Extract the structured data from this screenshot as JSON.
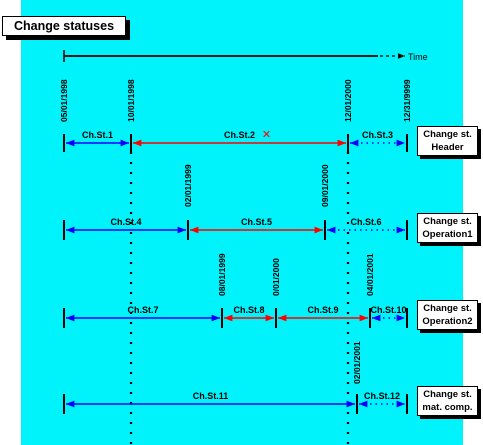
{
  "title": "Change statuses",
  "time_label": "Time",
  "cross_glyph": "✕",
  "colors": {
    "background": "#00f3fb",
    "blue": "#0000ff",
    "red": "#ff0000",
    "black": "#000000"
  },
  "dates": [
    "05/01/1998",
    "10/01/1998",
    "02/01/1999",
    "09/01/2000",
    "12/01/2000",
    "12/31/9999",
    "08/01/1999",
    "0/01/2000",
    "04/01/2001",
    "02/01/2001"
  ],
  "rows": [
    {
      "box": [
        "Change st.",
        "Header"
      ],
      "ticks": [
        {
          "date": "05/01/1998",
          "x": 0
        },
        {
          "date": "10/01/1998",
          "x": 1
        },
        {
          "date": "12/01/2000",
          "x": 4
        },
        {
          "date": "12/31/9999",
          "x": 5
        }
      ],
      "segments": [
        {
          "label": "Ch.St.1",
          "from": 0,
          "to": 1,
          "color": "blue",
          "dotted": false
        },
        {
          "label": "Ch.St.2",
          "from": 1,
          "to": 4,
          "color": "red",
          "dotted": false,
          "cross": true
        },
        {
          "label": "Ch.St.3",
          "from": 4,
          "to": 5,
          "color": "blue",
          "dotted": true
        }
      ]
    },
    {
      "box": [
        "Change st.",
        "Operation1"
      ],
      "ticks": [
        {
          "date": "",
          "x": 0
        },
        {
          "date": "02/01/1999",
          "x": 2
        },
        {
          "date": "09/01/2000",
          "x": 3
        },
        {
          "date": "",
          "x": 5
        }
      ],
      "segments": [
        {
          "label": "Ch.St.4",
          "from": 0,
          "to": 2,
          "color": "blue",
          "dotted": false
        },
        {
          "label": "Ch.St.5",
          "from": 2,
          "to": 3,
          "color": "red",
          "dotted": false
        },
        {
          "label": "Ch.St.6",
          "from": 3,
          "to": 5,
          "color": "blue",
          "dotted": true
        }
      ]
    },
    {
      "box": [
        "Change st.",
        "Operation2"
      ],
      "ticks": [
        {
          "date": "",
          "x": 0
        },
        {
          "date": "08/01/1999",
          "x": 6
        },
        {
          "date": "0/01/2000",
          "x": 7
        },
        {
          "date": "04/01/2001",
          "x": 8
        },
        {
          "date": "",
          "x": 5
        }
      ],
      "segments": [
        {
          "label": "Ch.St.7",
          "from": 0,
          "to": 6,
          "color": "blue",
          "dotted": false
        },
        {
          "label": "Ch.St.8",
          "from": 6,
          "to": 7,
          "color": "red",
          "dotted": false
        },
        {
          "label": "Ch.St.9",
          "from": 7,
          "to": 8,
          "color": "red",
          "dotted": false
        },
        {
          "label": "Ch.St.10",
          "from": 8,
          "to": 5,
          "color": "blue",
          "dotted": true
        }
      ]
    },
    {
      "box": [
        "Change st.",
        "mat. comp."
      ],
      "ticks": [
        {
          "date": "",
          "x": 0
        },
        {
          "date": "02/01/2001",
          "x": 9
        },
        {
          "date": "",
          "x": 5
        }
      ],
      "segments": [
        {
          "label": "Ch.St.11",
          "from": 0,
          "to": 9,
          "color": "blue",
          "dotted": false
        },
        {
          "label": "Ch.St.12",
          "from": 9,
          "to": 5,
          "color": "blue",
          "dotted": true
        }
      ]
    }
  ]
}
